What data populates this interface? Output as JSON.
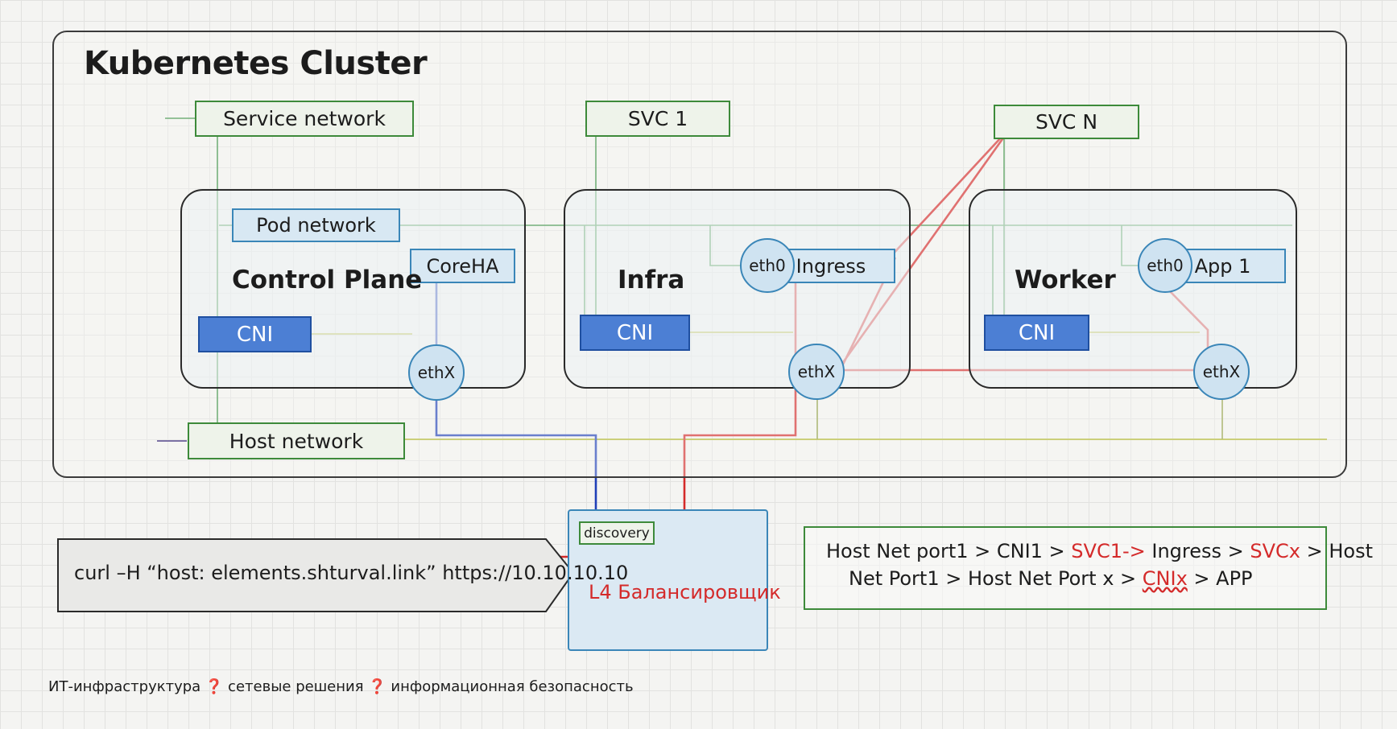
{
  "cluster": {
    "title": "Kubernetes Cluster"
  },
  "networks": {
    "service": "Service network",
    "pod": "Pod network",
    "host": "Host network"
  },
  "services": {
    "svc1": "SVC 1",
    "svcn": "SVC N"
  },
  "nodes": {
    "control_plane": {
      "title": "Control Plane",
      "cni": "CNI",
      "coreha": "CoreHA",
      "eth": "ethX"
    },
    "infra": {
      "title": "Infra",
      "cni": "CNI",
      "eth0": "eth0",
      "ingress": "Ingress",
      "eth": "ethX"
    },
    "worker": {
      "title": "Worker",
      "cni": "CNI",
      "eth0": "eth0",
      "app": "App 1",
      "eth": "ethX"
    }
  },
  "balancer": {
    "label": "L4 Балансировщик",
    "discovery": "discovery"
  },
  "curl": {
    "command": "curl –H “host: elements.shturval.link” https://10.10.10.10"
  },
  "flow": {
    "p1": "Host  Net port1 > CNI1 > ",
    "p2": "SVC1->",
    "p3": " Ingress > ",
    "p4": "SVCx",
    "p5": " > Host",
    "p6": "Net Port1 > Host Net Port x > ",
    "p7": "CNIx",
    "p8": " > APP"
  },
  "footer": "ИТ-инфраструктура ❓ сетевые решения ❓ информационная безопасность",
  "colors": {
    "pod_line": "#2f8a3a",
    "host_line": "#b4bb3a",
    "discovery_path": "#1f3fb8",
    "request_path": "#d42a2a",
    "cni_fill": "#4c7fd4"
  }
}
